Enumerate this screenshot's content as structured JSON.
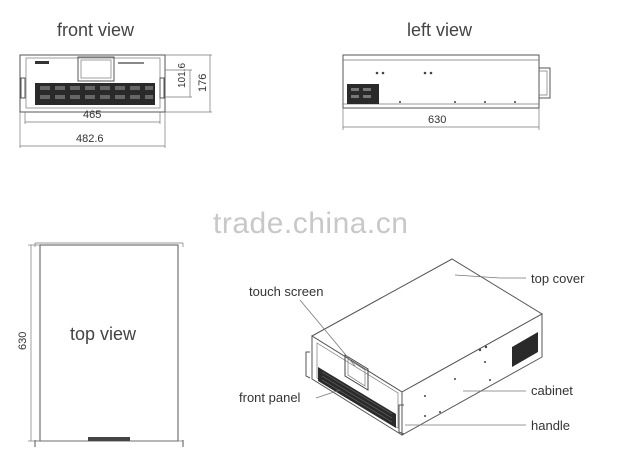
{
  "front_view": {
    "title": "front view",
    "dims": {
      "inner_width": "465",
      "outer_width": "482.6",
      "panel_height": "101.6",
      "total_height": "176"
    }
  },
  "left_view": {
    "title": "left view",
    "dims": {
      "depth": "630"
    }
  },
  "top_view": {
    "title": "top view",
    "dims": {
      "depth": "630"
    }
  },
  "perspective": {
    "labels": {
      "touch_screen": "touch screen",
      "top_cover": "top cover",
      "front_panel": "front panel",
      "cabinet": "cabinet",
      "handle": "handle"
    }
  },
  "watermark": "trade.china.cn"
}
